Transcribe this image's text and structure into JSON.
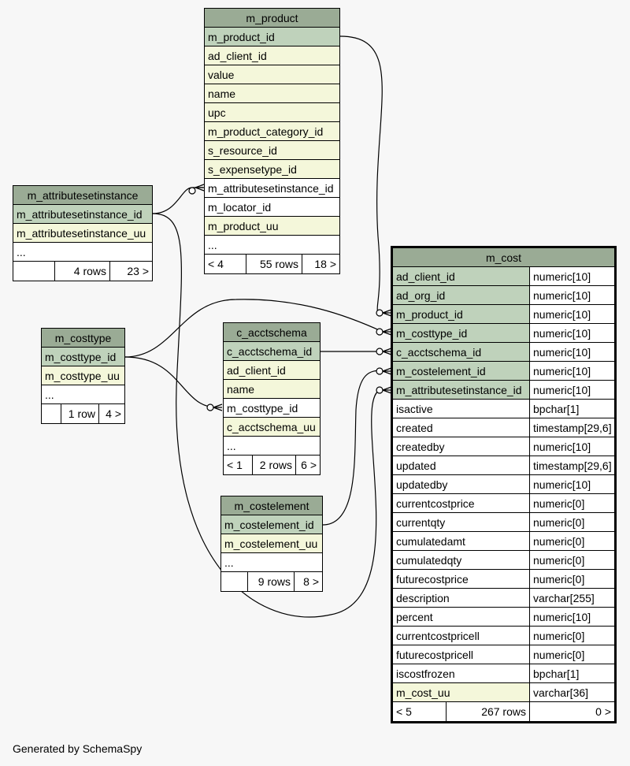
{
  "m_product": {
    "title": "m_product",
    "columns": [
      "m_product_id",
      "ad_client_id",
      "value",
      "name",
      "upc",
      "m_product_category_id",
      "s_resource_id",
      "s_expensetype_id",
      "m_attributesetinstance_id",
      "m_locator_id",
      "m_product_uu",
      "..."
    ],
    "footer": [
      "< 4",
      "55 rows",
      "18 >"
    ]
  },
  "m_attributesetinstance": {
    "title": "m_attributesetinstance",
    "columns": [
      "m_attributesetinstance_id",
      "m_attributesetinstance_uu",
      "..."
    ],
    "footer": [
      "",
      "4 rows",
      "23 >"
    ]
  },
  "m_costtype": {
    "title": "m_costtype",
    "columns": [
      "m_costtype_id",
      "m_costtype_uu",
      "..."
    ],
    "footer": [
      "",
      "1 row",
      "4 >"
    ]
  },
  "c_acctschema": {
    "title": "c_acctschema",
    "columns": [
      "c_acctschema_id",
      "ad_client_id",
      "name",
      "m_costtype_id",
      "c_acctschema_uu",
      "..."
    ],
    "footer": [
      "< 1",
      "2 rows",
      "6 >"
    ]
  },
  "m_costelement": {
    "title": "m_costelement",
    "columns": [
      "m_costelement_id",
      "m_costelement_uu",
      "..."
    ],
    "footer": [
      "",
      "9 rows",
      "8 >"
    ]
  },
  "m_cost": {
    "title": "m_cost",
    "columns": [
      {
        "name": "ad_client_id",
        "type": "numeric[10]"
      },
      {
        "name": "ad_org_id",
        "type": "numeric[10]"
      },
      {
        "name": "m_product_id",
        "type": "numeric[10]"
      },
      {
        "name": "m_costtype_id",
        "type": "numeric[10]"
      },
      {
        "name": "c_acctschema_id",
        "type": "numeric[10]"
      },
      {
        "name": "m_costelement_id",
        "type": "numeric[10]"
      },
      {
        "name": "m_attributesetinstance_id",
        "type": "numeric[10]"
      },
      {
        "name": "isactive",
        "type": "bpchar[1]"
      },
      {
        "name": "created",
        "type": "timestamp[29,6]"
      },
      {
        "name": "createdby",
        "type": "numeric[10]"
      },
      {
        "name": "updated",
        "type": "timestamp[29,6]"
      },
      {
        "name": "updatedby",
        "type": "numeric[10]"
      },
      {
        "name": "currentcostprice",
        "type": "numeric[0]"
      },
      {
        "name": "currentqty",
        "type": "numeric[0]"
      },
      {
        "name": "cumulatedamt",
        "type": "numeric[0]"
      },
      {
        "name": "cumulatedqty",
        "type": "numeric[0]"
      },
      {
        "name": "futurecostprice",
        "type": "numeric[0]"
      },
      {
        "name": "description",
        "type": "varchar[255]"
      },
      {
        "name": "percent",
        "type": "numeric[10]"
      },
      {
        "name": "currentcostpricell",
        "type": "numeric[0]"
      },
      {
        "name": "futurecostpricell",
        "type": "numeric[0]"
      },
      {
        "name": "iscostfrozen",
        "type": "bpchar[1]"
      },
      {
        "name": "m_cost_uu",
        "type": "varchar[36]"
      }
    ],
    "footer": [
      "< 5",
      "267 rows",
      "0 >"
    ]
  },
  "footer": {
    "credit": "Generated by SchemaSpy"
  },
  "colors": {
    "header": "#9aab95",
    "primary_key": "#bfd2bb",
    "not_null": "#f4f7da",
    "background": "#f7f7f7"
  }
}
